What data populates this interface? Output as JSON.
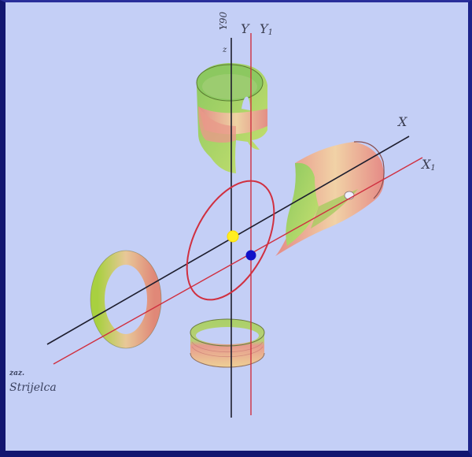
{
  "diagram": {
    "description": "3D axis rotation diagram with cylindrical ring sections",
    "background_color": "#c4cff6",
    "frame_color": "#121670",
    "axes": {
      "y_label": "Y",
      "y1_label": "Y1",
      "y90_label": "Y90",
      "z_label": "z",
      "x_label": "X",
      "x1_label": "X1",
      "y_color": "#1e1e2e",
      "y1_color": "#d03040",
      "x_color": "#1e1e2e",
      "x1_color": "#d03040"
    },
    "points": {
      "yellow_point_color": "#ffee22",
      "blue_point_color": "#1010c8"
    },
    "ellipse_color": "#d03040",
    "shapes": [
      "top-cylinder-section",
      "right-cylinder-section",
      "left-ring",
      "bottom-ring"
    ],
    "signature": {
      "line1": "zaz.",
      "line2": "Strijelca"
    }
  }
}
